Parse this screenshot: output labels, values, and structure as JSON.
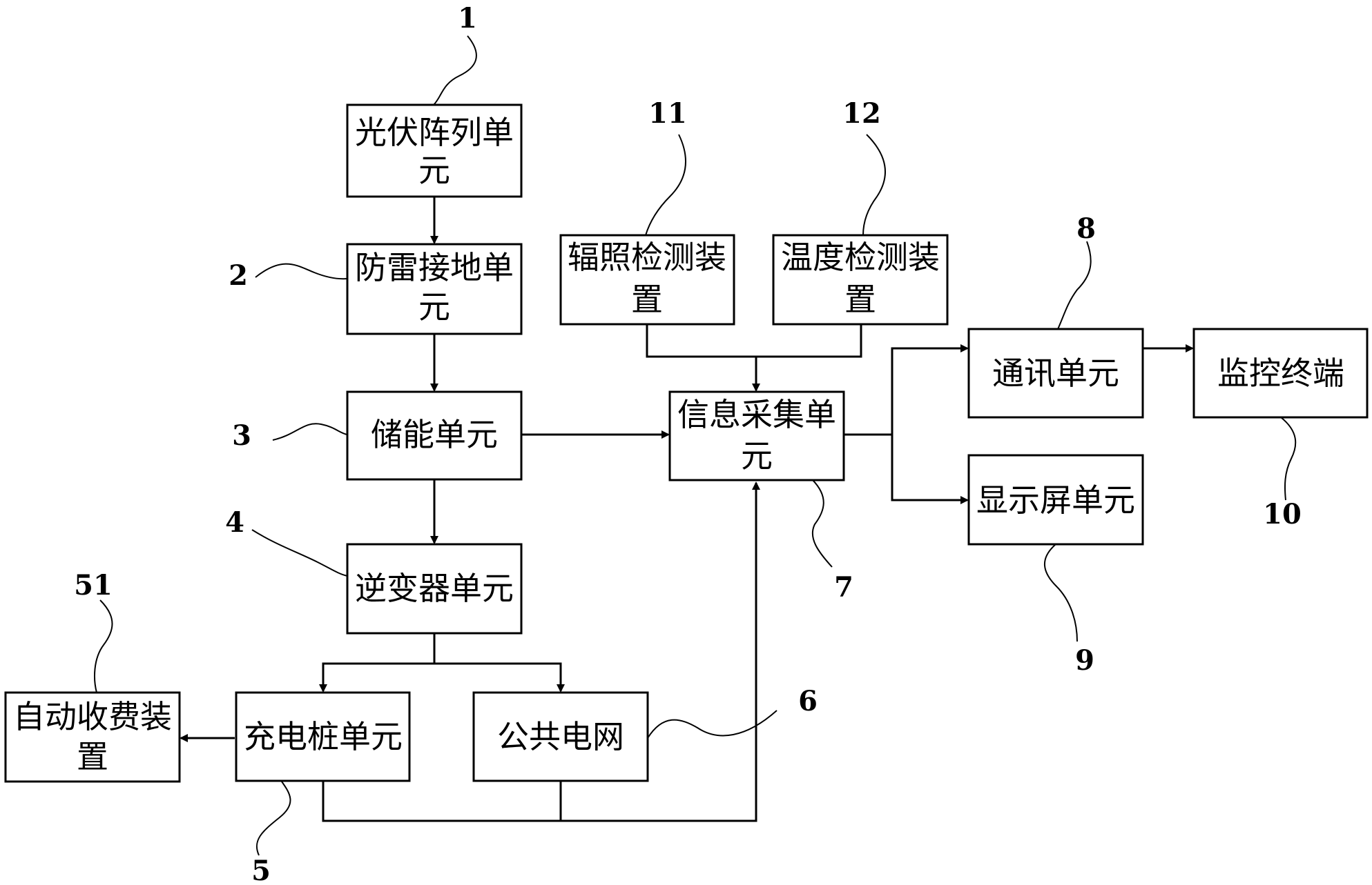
{
  "boxes": {
    "pv_array": [
      "光伏阵列单",
      "元"
    ],
    "lightning_ground": [
      "防雷接地单",
      "元"
    ],
    "energy_storage": [
      "储能单元"
    ],
    "inverter": [
      "逆变器单元"
    ],
    "charging_pile": [
      "充电桩单元"
    ],
    "public_grid": [
      "公共电网"
    ],
    "auto_billing": [
      "自动收费装",
      "置"
    ],
    "irradiance_detector": [
      "辐照检测装",
      "置"
    ],
    "temperature_detector": [
      "温度检测装",
      "置"
    ],
    "info_collection": [
      "信息采集单",
      "元"
    ],
    "communication": [
      "通讯单元"
    ],
    "display_screen": [
      "显示屏单元"
    ],
    "monitor_terminal": [
      "监控终端"
    ]
  },
  "labels": {
    "n1": "1",
    "n2": "2",
    "n3": "3",
    "n4": "4",
    "n5": "5",
    "n51": "51",
    "n6": "6",
    "n7": "7",
    "n8": "8",
    "n9": "9",
    "n10": "10",
    "n11": "11",
    "n12": "12"
  }
}
